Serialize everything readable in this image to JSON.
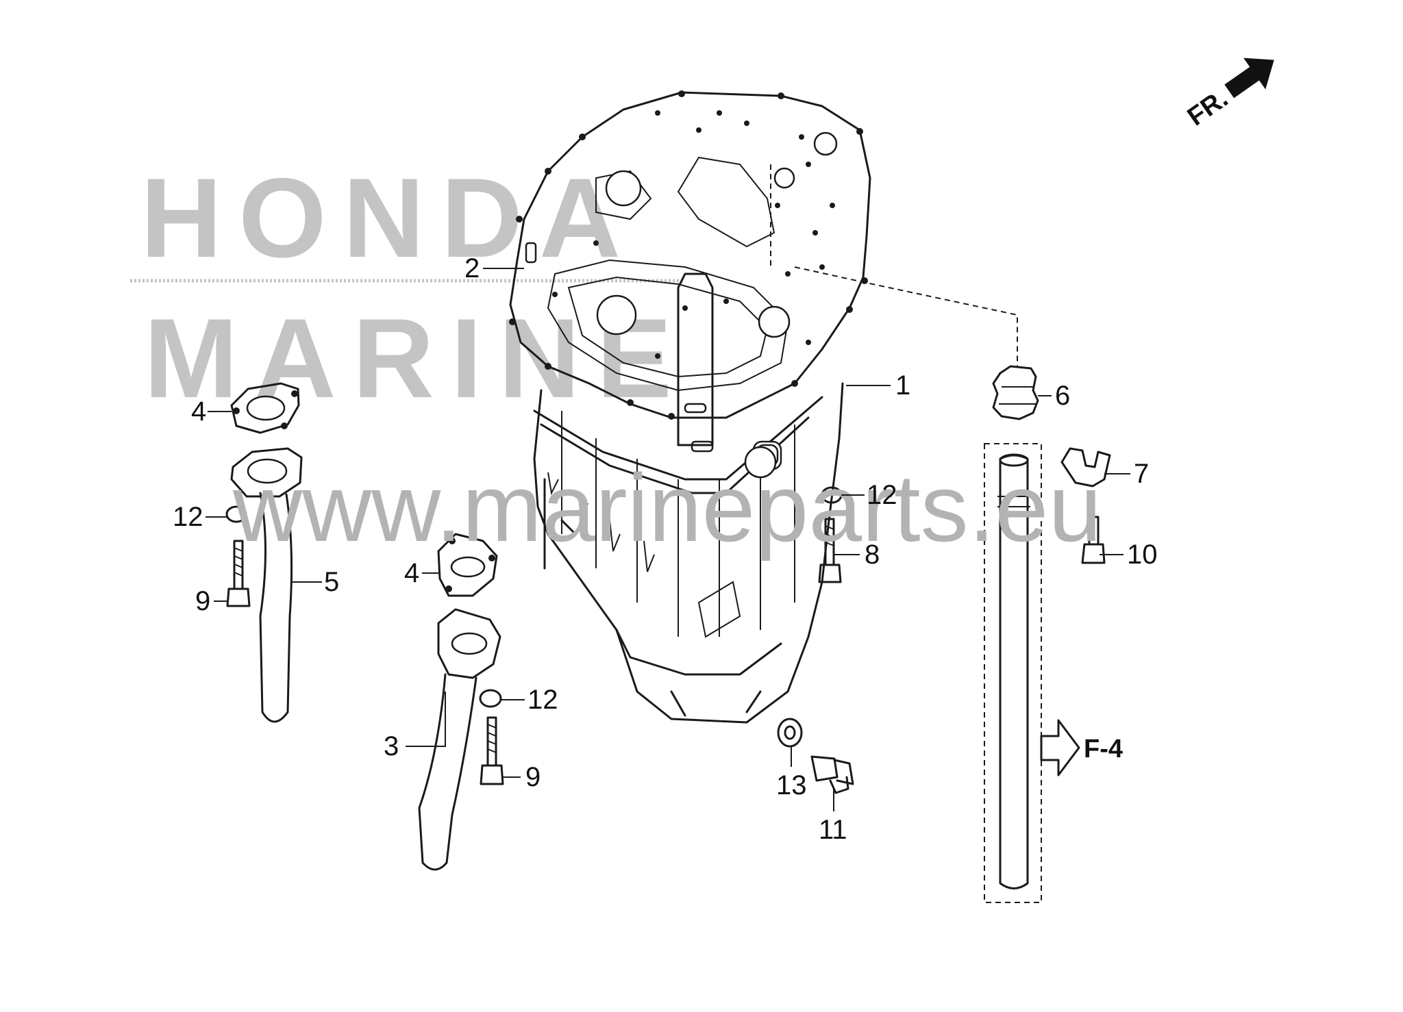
{
  "watermark": {
    "brand_line1": "HONDA",
    "brand_line2": "MARINE",
    "url": "www.marineparts.eu"
  },
  "direction_indicator": {
    "label": "FR."
  },
  "reference": {
    "label": "F-4"
  },
  "callouts": [
    {
      "id": "1",
      "label": "1"
    },
    {
      "id": "2",
      "label": "2"
    },
    {
      "id": "3",
      "label": "3"
    },
    {
      "id": "4a",
      "label": "4"
    },
    {
      "id": "4b",
      "label": "4"
    },
    {
      "id": "5",
      "label": "5"
    },
    {
      "id": "6",
      "label": "6"
    },
    {
      "id": "7",
      "label": "7"
    },
    {
      "id": "8",
      "label": "8"
    },
    {
      "id": "9a",
      "label": "9"
    },
    {
      "id": "9b",
      "label": "9"
    },
    {
      "id": "10",
      "label": "10"
    },
    {
      "id": "11",
      "label": "11"
    },
    {
      "id": "12a",
      "label": "12"
    },
    {
      "id": "12b",
      "label": "12"
    },
    {
      "id": "12c",
      "label": "12"
    },
    {
      "id": "13",
      "label": "13"
    }
  ],
  "colors": {
    "line": "#1a1a1a",
    "watermark": "#c4c4c4",
    "background": "#ffffff"
  }
}
